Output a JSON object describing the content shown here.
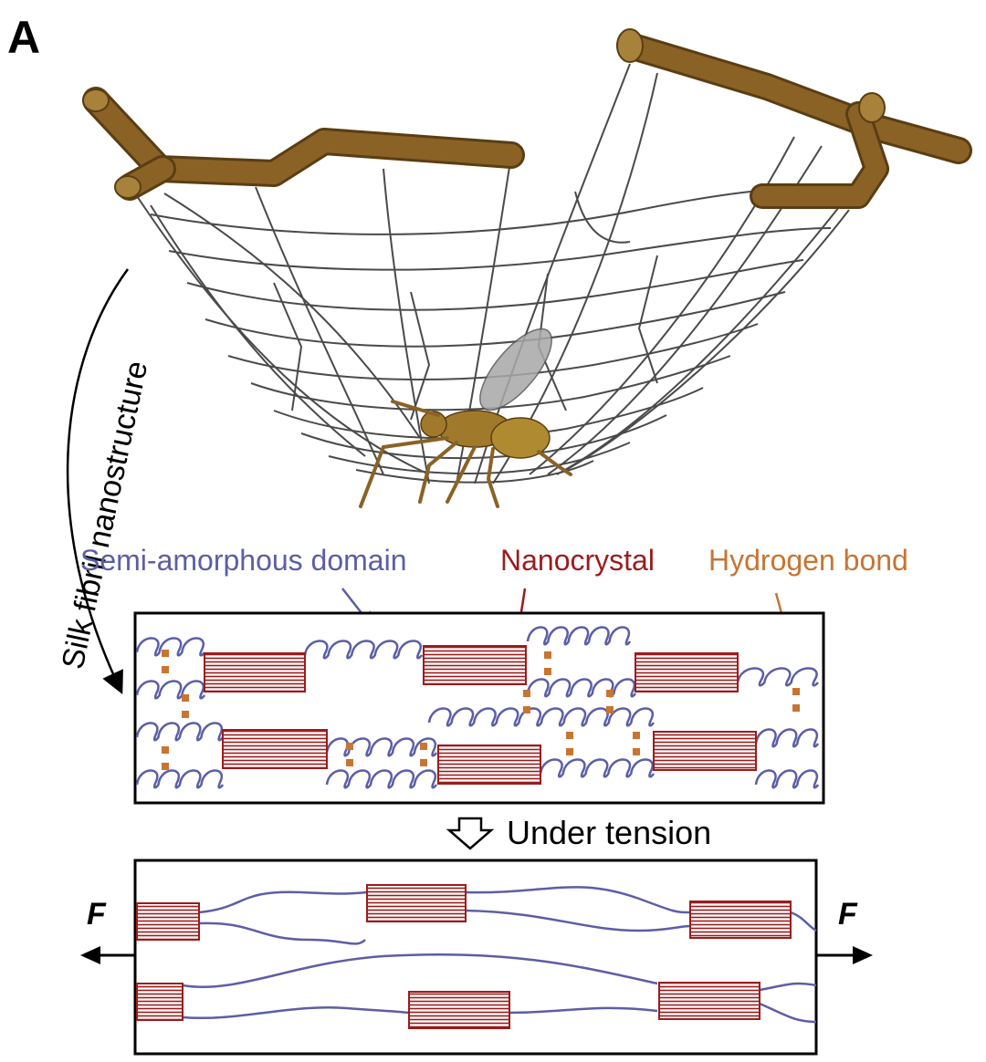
{
  "panel_label": "A",
  "side_label": "Silk fibril nanostructure",
  "legend": {
    "semi_amorphous": "Semi-amorphous domain",
    "nanocrystal": "Nanocrystal",
    "hydrogen_bond": "Hydrogen bond"
  },
  "tension_label": "Under tension",
  "force_left": "F",
  "force_right": "F",
  "colors": {
    "branch": "#8a6226",
    "branch_dark": "#5a3d12",
    "web": "#4a4a4a",
    "amorphous": "#5b5ea6",
    "nanocrystal": "#9b1c1c",
    "hbond": "#c87432",
    "insect_body": "#a07a2a",
    "insect_wing": "#9a9a9a"
  }
}
